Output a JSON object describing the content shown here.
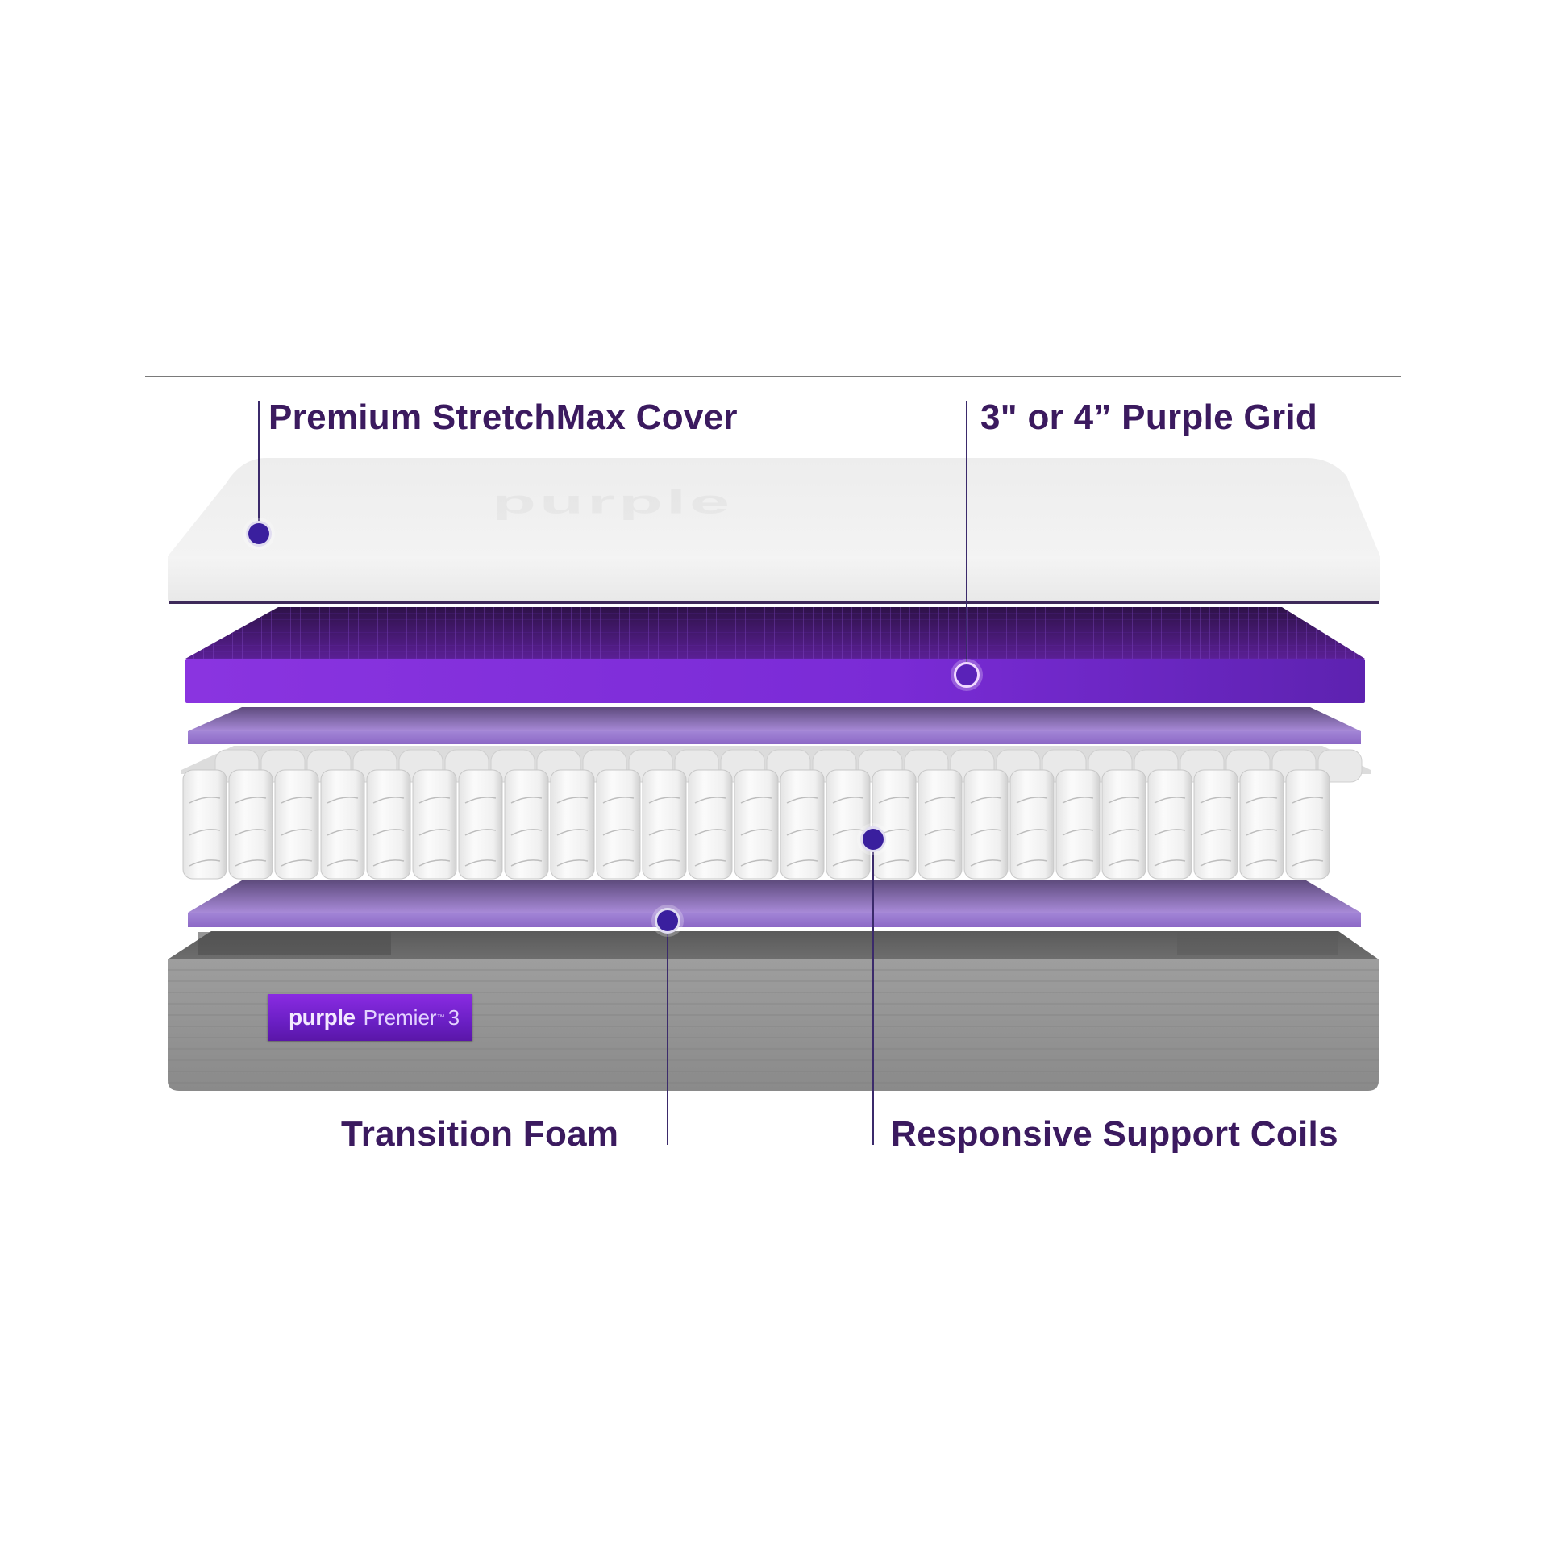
{
  "callouts": {
    "cover": {
      "label": "Premium StretchMax Cover"
    },
    "grid": {
      "label": "3\" or 4” Purple Grid"
    },
    "transition_foam": {
      "label": "Transition Foam"
    },
    "coils": {
      "label": "Responsive Support Coils"
    }
  },
  "product_tag": {
    "brand": "purple",
    "model": "Premier",
    "trademark": "™",
    "number": "3"
  },
  "cover_emboss": "purple",
  "colors": {
    "label_text": "#3b1a5f",
    "grid_purple": "#7a2bd6",
    "foam_lavender": "#9a78d0",
    "coil_white": "#f2f2f2",
    "base_grey": "#8e8e8e",
    "cover_white": "#f1f1f1",
    "marker_dot": "#3a1f9e"
  },
  "layers": [
    "Premium StretchMax Cover",
    "Purple Grid",
    "Transition Foam",
    "Responsive Support Coils",
    "Transition Foam",
    "Base"
  ]
}
